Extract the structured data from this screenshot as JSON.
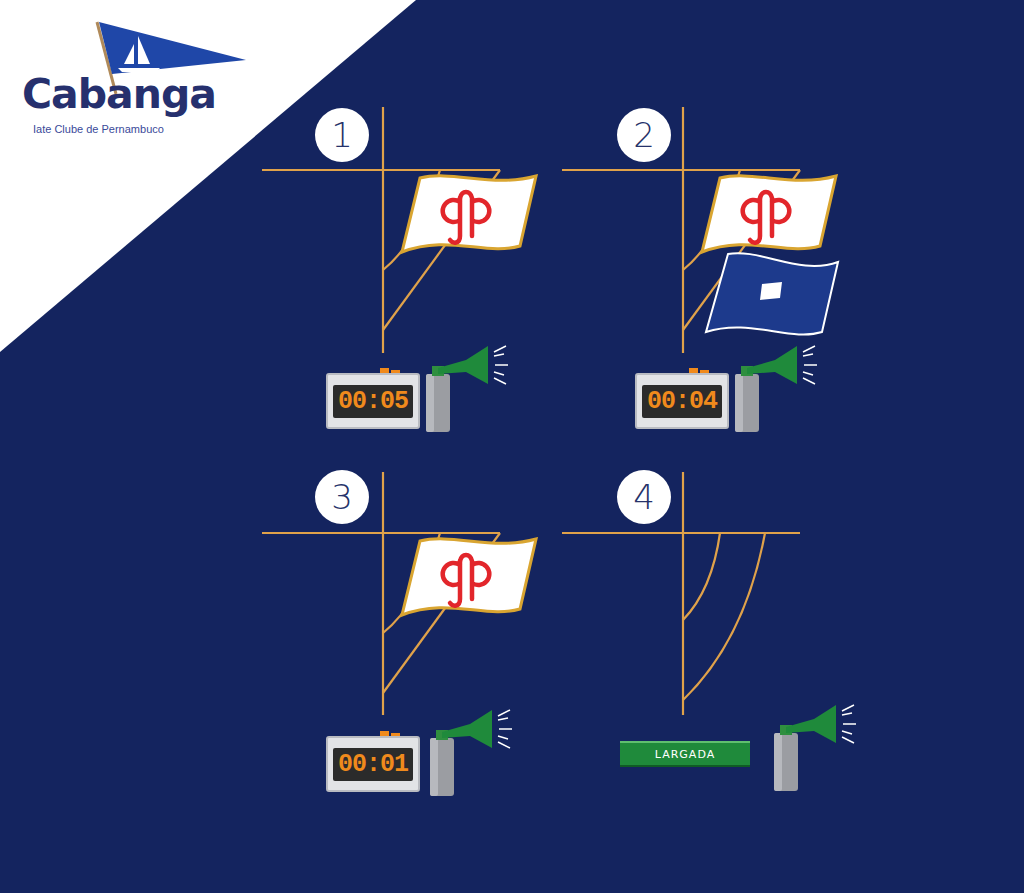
{
  "diagram": {
    "nodes": [
      {
        "text": [
          "1"
        ]
      },
      {
        "text": [
          "00:05"
        ]
      },
      {
        "text": [
          "2"
        ]
      },
      {
        "text": [
          "00:04"
        ]
      },
      {
        "text": [
          "3"
        ]
      },
      {
        "text": [
          "00:01"
        ]
      },
      {
        "text": [
          "4"
        ]
      },
      {
        "text": [
          "LARGADA"
        ]
      }
    ],
    "labels": [
      "Cabanga",
      "Iate Clube de Pernambuco"
    ]
  }
}
